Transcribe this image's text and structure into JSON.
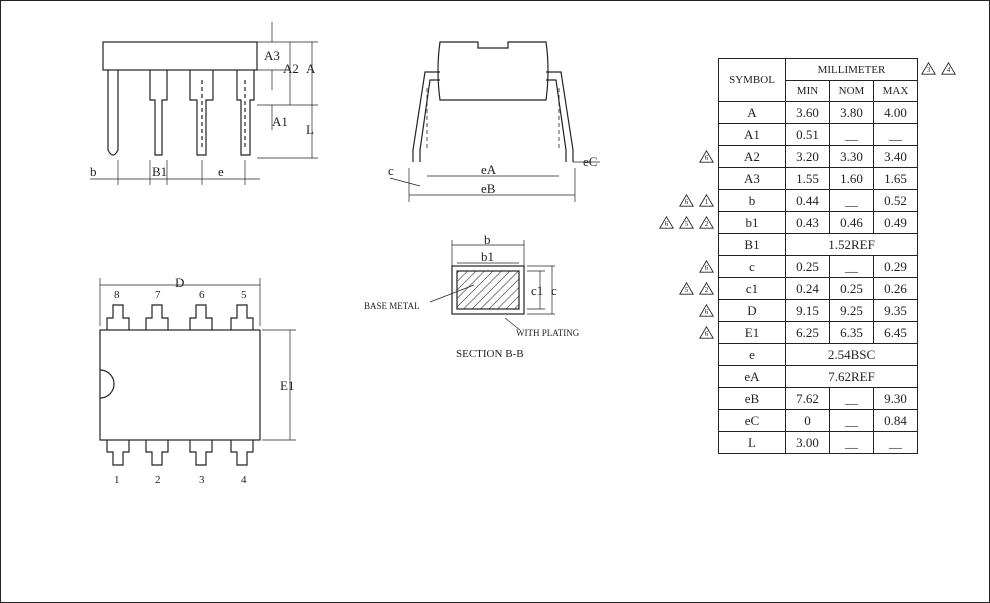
{
  "drawing": {
    "side_view_labels": [
      "A3",
      "A2",
      "A",
      "A1",
      "L",
      "b",
      "B1",
      "e"
    ],
    "end_view_labels": [
      "c",
      "eA",
      "eB",
      "eC"
    ],
    "top_view": {
      "dim_label": "D",
      "width_label": "E1",
      "top_pins": [
        "8",
        "7",
        "6",
        "5"
      ],
      "bottom_pins": [
        "1",
        "2",
        "3",
        "4"
      ]
    },
    "section": {
      "title": "SECTION B-B",
      "base_metal": "BASE METAL",
      "with_plating": "WITH PLATING",
      "labels": [
        "b",
        "b1",
        "c1",
        "c"
      ]
    }
  },
  "table": {
    "symbol_header": "SYMBOL",
    "unit_header": "MILLIMETER",
    "header_notes": [
      "3",
      "4"
    ],
    "sub_headers": [
      "MIN",
      "NOM",
      "MAX"
    ],
    "rows": [
      {
        "symbol": "A",
        "notes": [],
        "min": "3.60",
        "nom": "3.80",
        "max": "4.00"
      },
      {
        "symbol": "A1",
        "notes": [],
        "min": "0.51",
        "nom": "__",
        "max": "__"
      },
      {
        "symbol": "A2",
        "notes": [
          "6"
        ],
        "min": "3.20",
        "nom": "3.30",
        "max": "3.40"
      },
      {
        "symbol": "A3",
        "notes": [],
        "min": "1.55",
        "nom": "1.60",
        "max": "1.65"
      },
      {
        "symbol": "b",
        "notes": [
          "6",
          "1"
        ],
        "min": "0.44",
        "nom": "__",
        "max": "0.52"
      },
      {
        "symbol": "b1",
        "notes": [
          "6",
          "5",
          "2"
        ],
        "min": "0.43",
        "nom": "0.46",
        "max": "0.49"
      },
      {
        "symbol": "B1",
        "notes": [],
        "span": "1.52REF"
      },
      {
        "symbol": "c",
        "notes": [
          "6"
        ],
        "min": "0.25",
        "nom": "__",
        "max": "0.29"
      },
      {
        "symbol": "c1",
        "notes": [
          "5",
          "2"
        ],
        "min": "0.24",
        "nom": "0.25",
        "max": "0.26"
      },
      {
        "symbol": "D",
        "notes": [
          "6"
        ],
        "min": "9.15",
        "nom": "9.25",
        "max": "9.35"
      },
      {
        "symbol": "E1",
        "notes": [
          "6"
        ],
        "min": "6.25",
        "nom": "6.35",
        "max": "6.45"
      },
      {
        "symbol": "e",
        "notes": [],
        "span": "2.54BSC"
      },
      {
        "symbol": "eA",
        "notes": [],
        "span": "7.62REF"
      },
      {
        "symbol": "eB",
        "notes": [],
        "min": "7.62",
        "nom": "__",
        "max": "9.30"
      },
      {
        "symbol": "eC",
        "notes": [],
        "min": "0",
        "nom": "__",
        "max": "0.84"
      },
      {
        "symbol": "L",
        "notes": [],
        "min": "3.00",
        "nom": "__",
        "max": "__"
      }
    ]
  }
}
